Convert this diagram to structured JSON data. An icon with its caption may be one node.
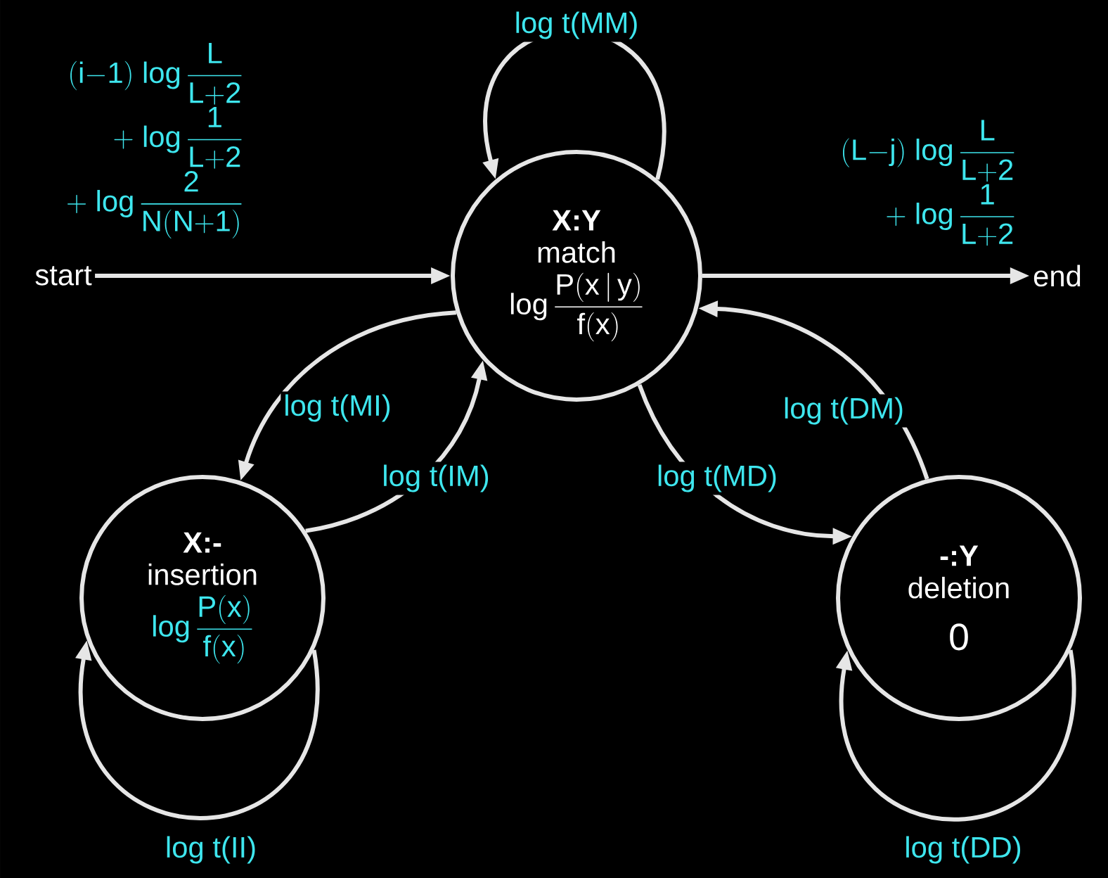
{
  "diagram": {
    "nodes": [
      {
        "text": [
          "X:Y",
          "match",
          "\\mathrm{log}\\,\\frac{\\mathrm{P(x\\,|\\,y)}}{\\mathrm{f(x)}}"
        ]
      },
      {
        "text": [
          "X:-",
          "insertion",
          "\\mathrm{log}\\,\\frac{\\mathrm{P(x)}}{\\mathrm{f(x)}}"
        ]
      },
      {
        "text": [
          "-:Y",
          "deletion",
          "0"
        ]
      },
      {
        "text": [
          "start"
        ]
      },
      {
        "text": [
          "end"
        ]
      }
    ],
    "edges": [
      {
        "from": 3,
        "to": 0,
        "arrow": "to",
        "label": "\\begin{array}{r}\\mathrm{(i{-}1)\\ log}\\,\\dfrac{\\mathrm{L}}{\\mathrm{L{+}2}}\\\\[10pt] \\mathrm{+\\ log}\\,\\dfrac{\\mathrm{1}}{\\mathrm{L{+}2}}\\\\[10pt] \\mathrm{+\\ log}\\,\\dfrac{\\mathrm{2}}{\\mathrm{N(N{+}1)}}\\end{array}"
      },
      {
        "from": 0,
        "to": 4,
        "arrow": "to",
        "label": "\\begin{array}{r}\\mathrm{(L{-}j)\\ log}\\,\\dfrac{\\mathrm{L}}{\\mathrm{L{+}2}}\\\\[10pt] \\mathrm{+\\ log}\\,\\dfrac{\\mathrm{1}}{\\mathrm{L{+}2}}\\end{array}"
      },
      {
        "from": 0,
        "to": 0,
        "arrow": "to",
        "label": "log t(MM)"
      },
      {
        "from": 0,
        "to": 1,
        "arrow": "to",
        "label": "log t(MI)"
      },
      {
        "from": 1,
        "to": 0,
        "arrow": "to",
        "label": "log t(IM)"
      },
      {
        "from": 0,
        "to": 2,
        "arrow": "to",
        "label": "log t(MD)"
      },
      {
        "from": 2,
        "to": 0,
        "arrow": "to",
        "label": "log t(DM)"
      },
      {
        "from": 1,
        "to": 1,
        "arrow": "to",
        "label": "log t(II)"
      },
      {
        "from": 2,
        "to": 2,
        "arrow": "to",
        "label": "log t(DD)"
      }
    ]
  }
}
